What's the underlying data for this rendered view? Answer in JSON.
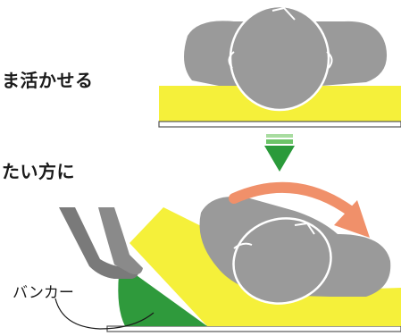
{
  "texts": {
    "caption_top": "ま活かせる",
    "caption_middle": "たい方に",
    "bumper_label": "バンカー"
  },
  "colors": {
    "body_gray": "#9a9a9a",
    "mattress_yellow": "#f5f03a",
    "arrow_green": "#2a9a3a",
    "arrow_green_light": "#5cc05a",
    "bumper_green": "#2f9a3c",
    "turn_arrow": "#f0906a",
    "hand_gray": "#7a7a7a"
  },
  "icons": {
    "down_arrow": "down-arrow-icon",
    "rotate_arrow": "curved-arrow-icon"
  }
}
